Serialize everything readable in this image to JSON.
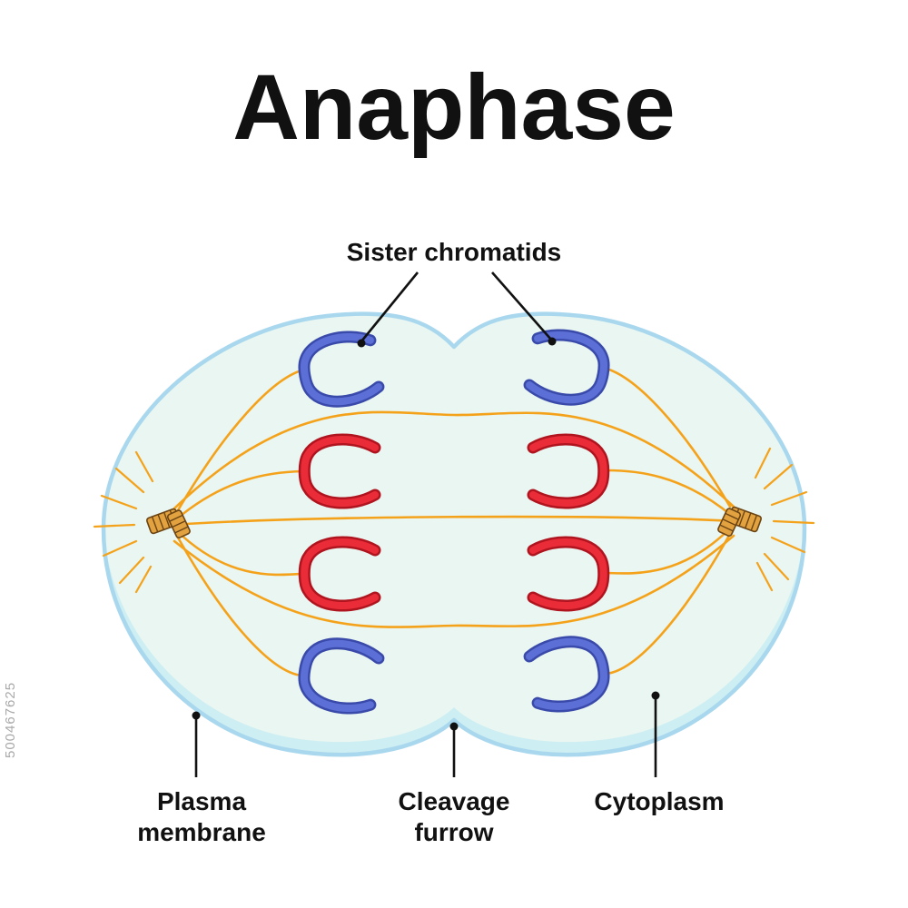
{
  "title": "Anaphase",
  "labels": {
    "sister_chromatids": "Sister chromatids",
    "plasma_membrane": {
      "line1": "Plasma",
      "line2": "membrane"
    },
    "cleavage_furrow": {
      "line1": "Cleavage",
      "line2": "furrow"
    },
    "cytoplasm": "Cytoplasm"
  },
  "watermark": "500467625",
  "colors": {
    "background": "#ffffff",
    "title_text": "#111111",
    "label_text": "#111111",
    "pointer_line": "#111111",
    "cell_fill": "#e9f6f1",
    "cell_shade": "#cdeef2",
    "cell_stroke": "#a9d8ee",
    "spindle_fiber": "#f5a21b",
    "chromatid_blue": "#5b6fd6",
    "chromatid_blue_dark": "#3a4aaa",
    "chromatid_red": "#ea2c38",
    "chromatid_red_dark": "#b0141f",
    "centriole_fill": "#e2a23f",
    "centriole_stripe": "#6b4414",
    "watermark_text": "#a9a9a9"
  }
}
